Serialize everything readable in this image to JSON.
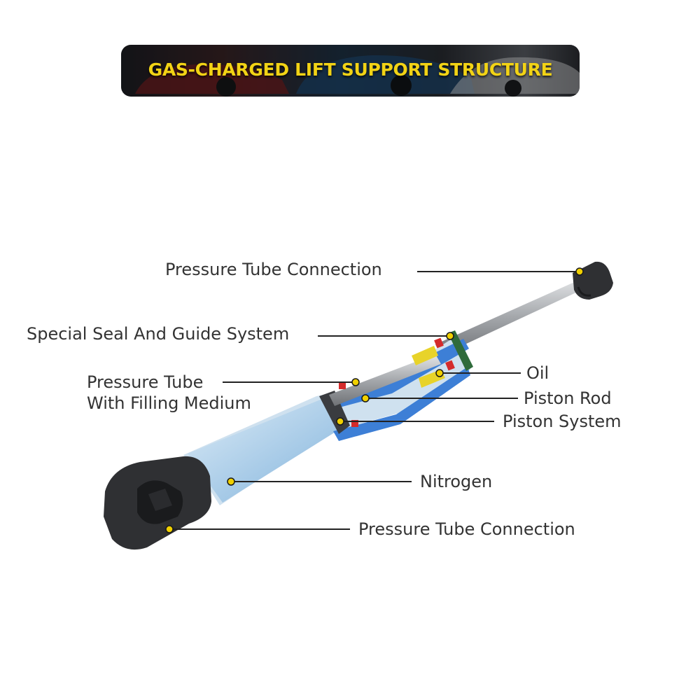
{
  "banner": {
    "title": "GAS-CHARGED LIFT SUPPORT STRUCTURE",
    "title_color": "#f2d315"
  },
  "labels": {
    "pressure_tube_connection_top": "Pressure Tube Connection",
    "special_seal": "Special Seal And Guide System",
    "pressure_tube_filling_line1": "Pressure Tube",
    "pressure_tube_filling_line2": "With Filling Medium",
    "oil": "Oil",
    "piston_rod": "Piston Rod",
    "piston_system": "Piston System",
    "nitrogen": "Nitrogen",
    "pressure_tube_connection_bottom": "Pressure Tube Connection"
  },
  "colors": {
    "label_text": "#333333",
    "leader_line": "#222222",
    "marker_dot": "#f0d000",
    "tube_blue": "#3d7fd6",
    "seal_yellow": "#e8d32a",
    "seal_red": "#d42b2b",
    "rod_grey": "#a9acb0",
    "end_cap": "#2f3033"
  }
}
